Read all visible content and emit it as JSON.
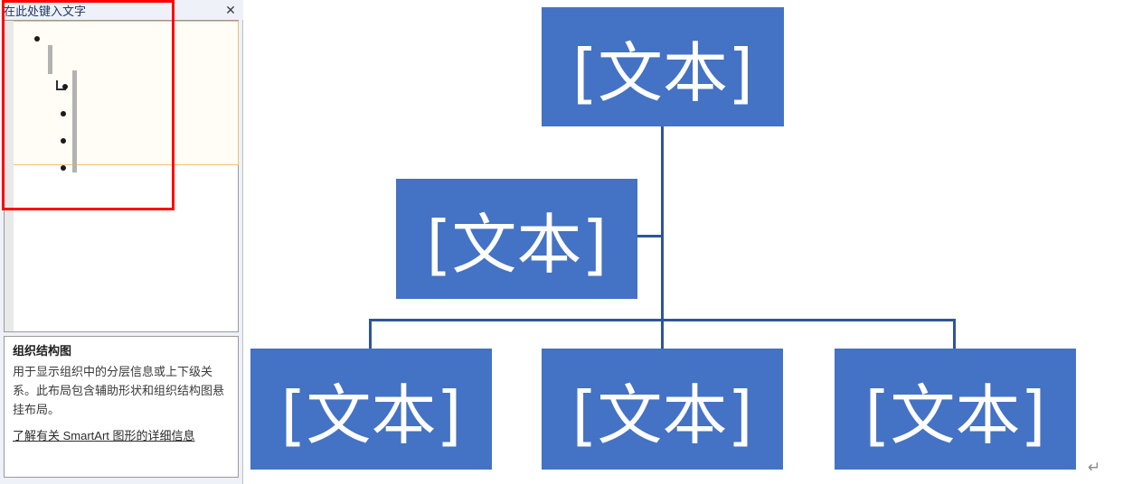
{
  "text_pane": {
    "title": "在此处键入文字",
    "close_icon": "close-icon",
    "bullets": [
      {
        "level": 1,
        "text": "",
        "has_caret": true
      },
      {
        "level": 2,
        "text": "",
        "is_assistant": true
      },
      {
        "level": 2,
        "text": ""
      },
      {
        "level": 2,
        "text": ""
      },
      {
        "level": 2,
        "text": ""
      }
    ]
  },
  "description": {
    "title": "组织结构图",
    "body": "用于显示组织中的分层信息或上下级关系。此布局包含辅助形状和组织结构图悬挂布局。",
    "link": "了解有关 SmartArt 图形的详细信息"
  },
  "diagram": {
    "node_label": "[文本]",
    "node_fill": "#4472C4",
    "connector_color": "#2E5597",
    "text_color": "#FFFFFF",
    "nodes": [
      {
        "role": "root",
        "label": "[文本]"
      },
      {
        "role": "assistant",
        "label": "[文本]"
      },
      {
        "role": "child-1",
        "label": "[文本]"
      },
      {
        "role": "child-2",
        "label": "[文本]"
      },
      {
        "role": "child-3",
        "label": "[文本]"
      }
    ]
  },
  "document": {
    "paragraph_mark": "↵"
  },
  "annotation": {
    "color": "#FF0000",
    "shape": "rectangle"
  }
}
